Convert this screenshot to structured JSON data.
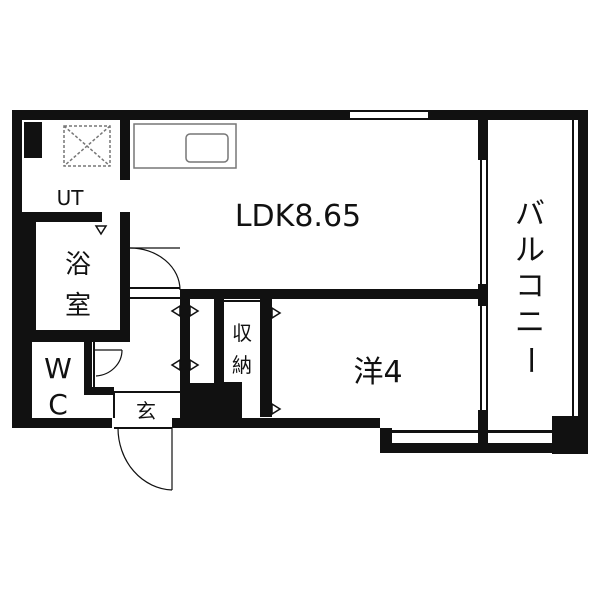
{
  "rooms": {
    "ldk": "LDK8.65",
    "western_room": "洋4",
    "bath_chars": [
      "浴",
      "室"
    ],
    "wc_chars": [
      "W",
      "C"
    ],
    "utility": "UT",
    "storage_chars": [
      "収",
      "納"
    ],
    "entrance": "玄",
    "balcony_chars": [
      "バ",
      "ル",
      "コ",
      "ニ",
      "ー"
    ]
  },
  "colors": {
    "wall": "#111111",
    "background": "#ffffff",
    "fixture": "#777777"
  },
  "icons": [
    "ventilation-fan-icon",
    "kitchen-sink-icon",
    "door-swing-icon"
  ]
}
